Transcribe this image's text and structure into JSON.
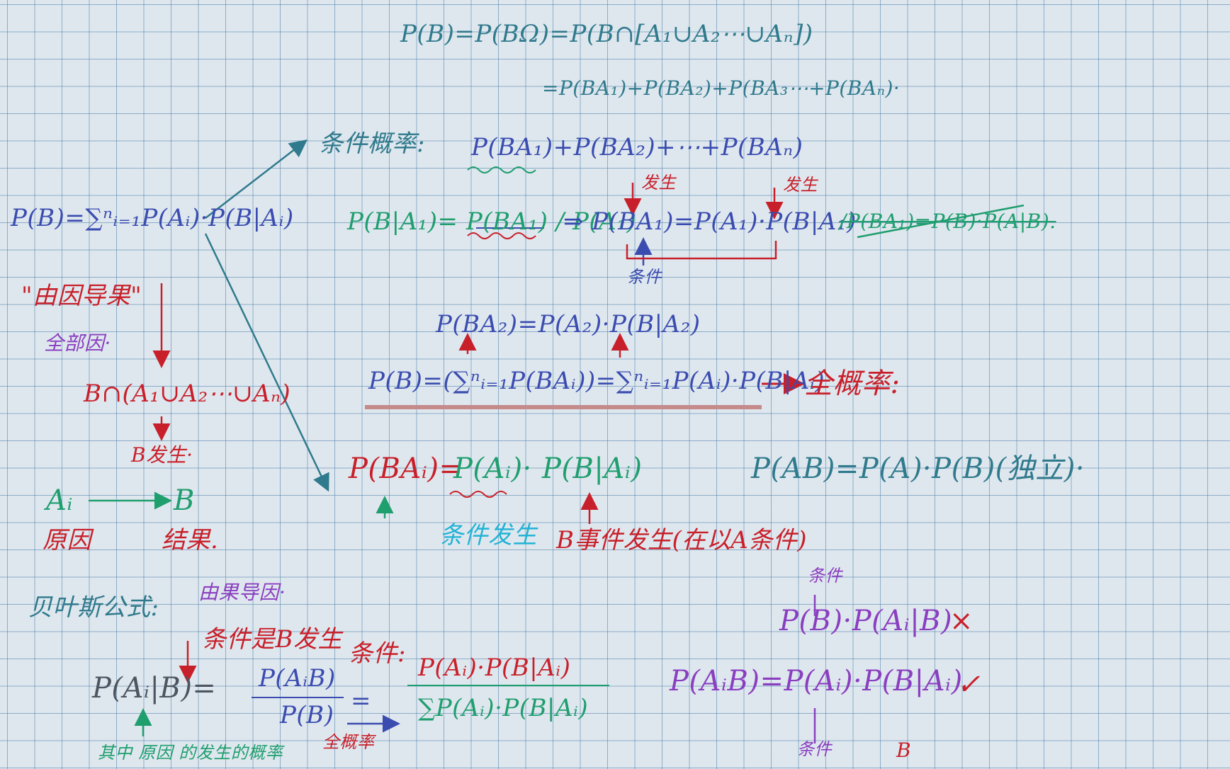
{
  "colors": {
    "blue": "#3a4cb0",
    "purple": "#8a3fc0",
    "red": "#c8202a",
    "green": "#1f9e6e",
    "teal": "#2f7a8c",
    "cyan": "#22b3d6",
    "gray": "#4c5560",
    "darkred": "#a01a22"
  },
  "notes": {
    "top_eq1": "P(B)=P(BΩ)=P(B∩[A₁∪A₂⋯∪Aₙ])",
    "top_eq2": "=P(BA₁)+P(BA₂)+P(BA₃⋯+P(BAₙ)·",
    "cond_prob_label": "条件概率:",
    "cond_prob_sum": "P(BA₁)+P(BA₂)+⋯+P(BAₙ)",
    "total_formula_left": "P(B)=∑ⁿᵢ₌₁P(Aᵢ)·P(B|Aᵢ)",
    "cause_to_effect": "\"由因导果\"",
    "all_causes": "全部因·",
    "b_intersection": "B∩(A₁∪A₂⋯∪Aₙ)",
    "b_occurs": "B发生·",
    "ai_to_b_left": "Aᵢ",
    "ai_to_b_right": "B",
    "cause_label": "原因",
    "effect_label": "结果.",
    "cond_def": "P(B|A₁)= P(BA₁) / P(A₁)",
    "multiplication": "⇒ P(BA₁)=P(A₁)·P(B|A₁)",
    "occur_label_1": "发生",
    "occur_label_2": "发生",
    "condition_label_1": "条件",
    "struck_formula": "/P(BA₁)=P(B)·P(A|B).",
    "ba2_line": "P(BA₂)=P(A₂)·P(B|A₂)",
    "total_prob_line": "P(B)=(∑ⁿᵢ₌₁P(BAᵢ))=∑ⁿᵢ₌₁P(Aᵢ)·P(B|Aᵢ)",
    "total_prob_label": "全概率:",
    "independence": "P(AB)=P(A)·P(B)(独立)·",
    "bai_line_left": "P(BAᵢ)=",
    "bai_line_mid": "P(Aᵢ)·",
    "bai_line_right": "P(B|Aᵢ)",
    "condition_occurs": "条件发生",
    "b_event_occurs": "B事件发生(在以A条件)",
    "bayes_label": "贝叶斯公式:",
    "effect_to_cause": "由果导因·",
    "condition_is_b": "条件是B发生",
    "bayes_left": "P(Aᵢ|B)=",
    "bayes_frac_top": "P(AᵢB)",
    "bayes_frac_bottom": "P(B)",
    "bayes_condition": "条件:",
    "bayes_num": "P(Aᵢ)·P(B|Aᵢ)",
    "bayes_den": "∑P(Aᵢ)·P(B|Aᵢ)",
    "bayes_eq_sign": "=",
    "wrong_line": "P(B)·P(Aᵢ|B)",
    "wrong_mark": "×",
    "right_line": "P(AᵢB)=P(Aᵢ)·P(B|Aᵢ)",
    "right_mark": "✓",
    "condition_label_2": "条件",
    "condition_label_3": "条件",
    "b_bottom": "B",
    "bottom_left_partial": "其中 原因 的发生的概率",
    "bottom_total": "全概率"
  }
}
